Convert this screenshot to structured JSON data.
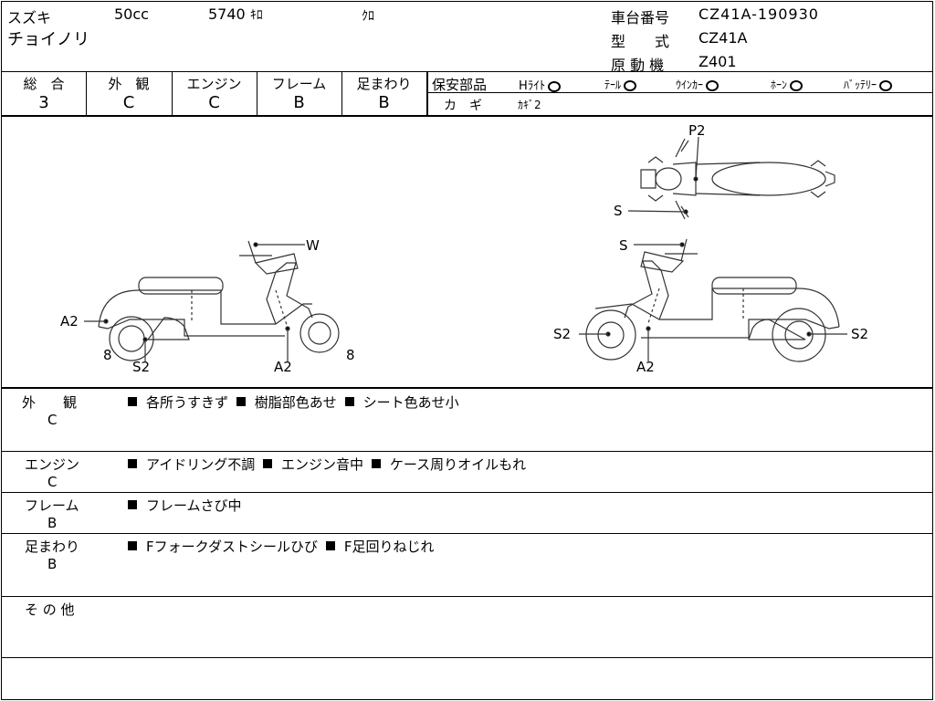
{
  "header": {
    "maker": "スズキ",
    "model": "チョイノリ",
    "displacement": "50cc",
    "mileage": "5740",
    "mileage_unit": "ｷﾛ",
    "color": "ｸﾛ",
    "frame_no_label": "車台番号",
    "frame_no": "CZ41A-190930",
    "type_label": "型　　式",
    "type": "CZ41A",
    "engine_label": "原 動 機",
    "engine": "Z401"
  },
  "ratings": [
    {
      "label": "総　合",
      "value": "3"
    },
    {
      "label": "外　観",
      "value": "C"
    },
    {
      "label": "エンジン",
      "value": "C"
    },
    {
      "label": "フレーム",
      "value": "B"
    },
    {
      "label": "足まわり",
      "value": "B"
    }
  ],
  "safety": {
    "label": "保安部品",
    "items": [
      "Hﾗｲﾄ",
      "ﾃｰﾙ",
      "ｳｲﾝｶｰ",
      "ﾎｰﾝ",
      "ﾊﾞｯﾃﾘｰ"
    ],
    "key_label": "カ　ギ",
    "key_value": "ｶｷﾞ2"
  },
  "diagram_labels": {
    "top_p2": "P2",
    "top_s": "S",
    "left_w": "W",
    "left_a2_rear": "A2",
    "left_8_rear": "8",
    "left_s2": "S2",
    "left_a2_front": "A2",
    "left_8_front": "8",
    "right_s": "S",
    "right_s2_front": "S2",
    "right_a2": "A2",
    "right_s2_rear": "S2"
  },
  "details": [
    {
      "label": "外　　観",
      "grade": "C",
      "items": [
        "各所うすきず",
        "樹脂部色あせ",
        "シート色あせ小"
      ]
    },
    {
      "label": "エンジン",
      "grade": "C",
      "items": [
        "アイドリング不調",
        "エンジン音中",
        "ケース周りオイルもれ"
      ]
    },
    {
      "label": "フレーム",
      "grade": "B",
      "items": [
        "フレームさび中"
      ]
    },
    {
      "label": "足まわり",
      "grade": "B",
      "items": [
        "Fフォークダストシールひび",
        "F足回りねじれ"
      ]
    },
    {
      "label": "そ の 他",
      "grade": "",
      "items": []
    }
  ]
}
